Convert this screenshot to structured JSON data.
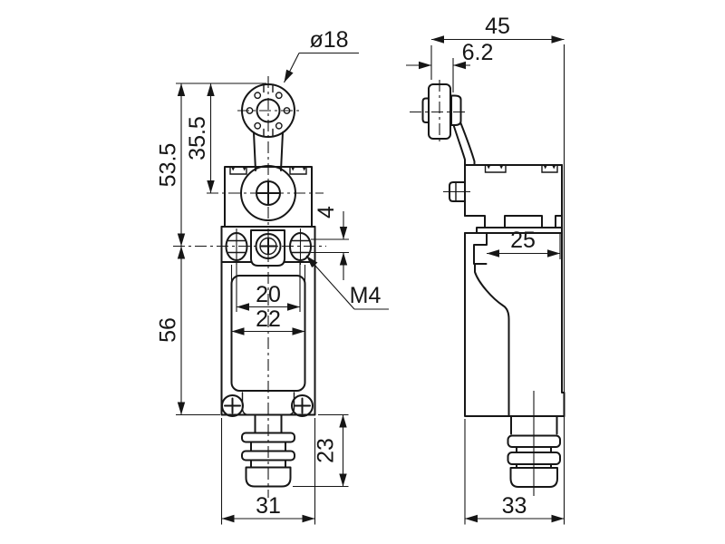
{
  "drawing": {
    "type": "limit-switch two-view technical drawing",
    "background": "#ffffff",
    "line_color": "#161616",
    "dims": {
      "roller_diameter": "ø18",
      "total_depth": "45",
      "roller_thickness": "6.2",
      "lever_height": "53.5",
      "roller_center_height": "35.5",
      "mount_slot_width": "4",
      "upper_body_depth": "25",
      "screw_thread": "M4",
      "hole_spacing": "20",
      "hole_slot_span": "22",
      "body_height": "56",
      "plunger_length": "23",
      "front_width": "31",
      "side_depth": "33"
    }
  }
}
